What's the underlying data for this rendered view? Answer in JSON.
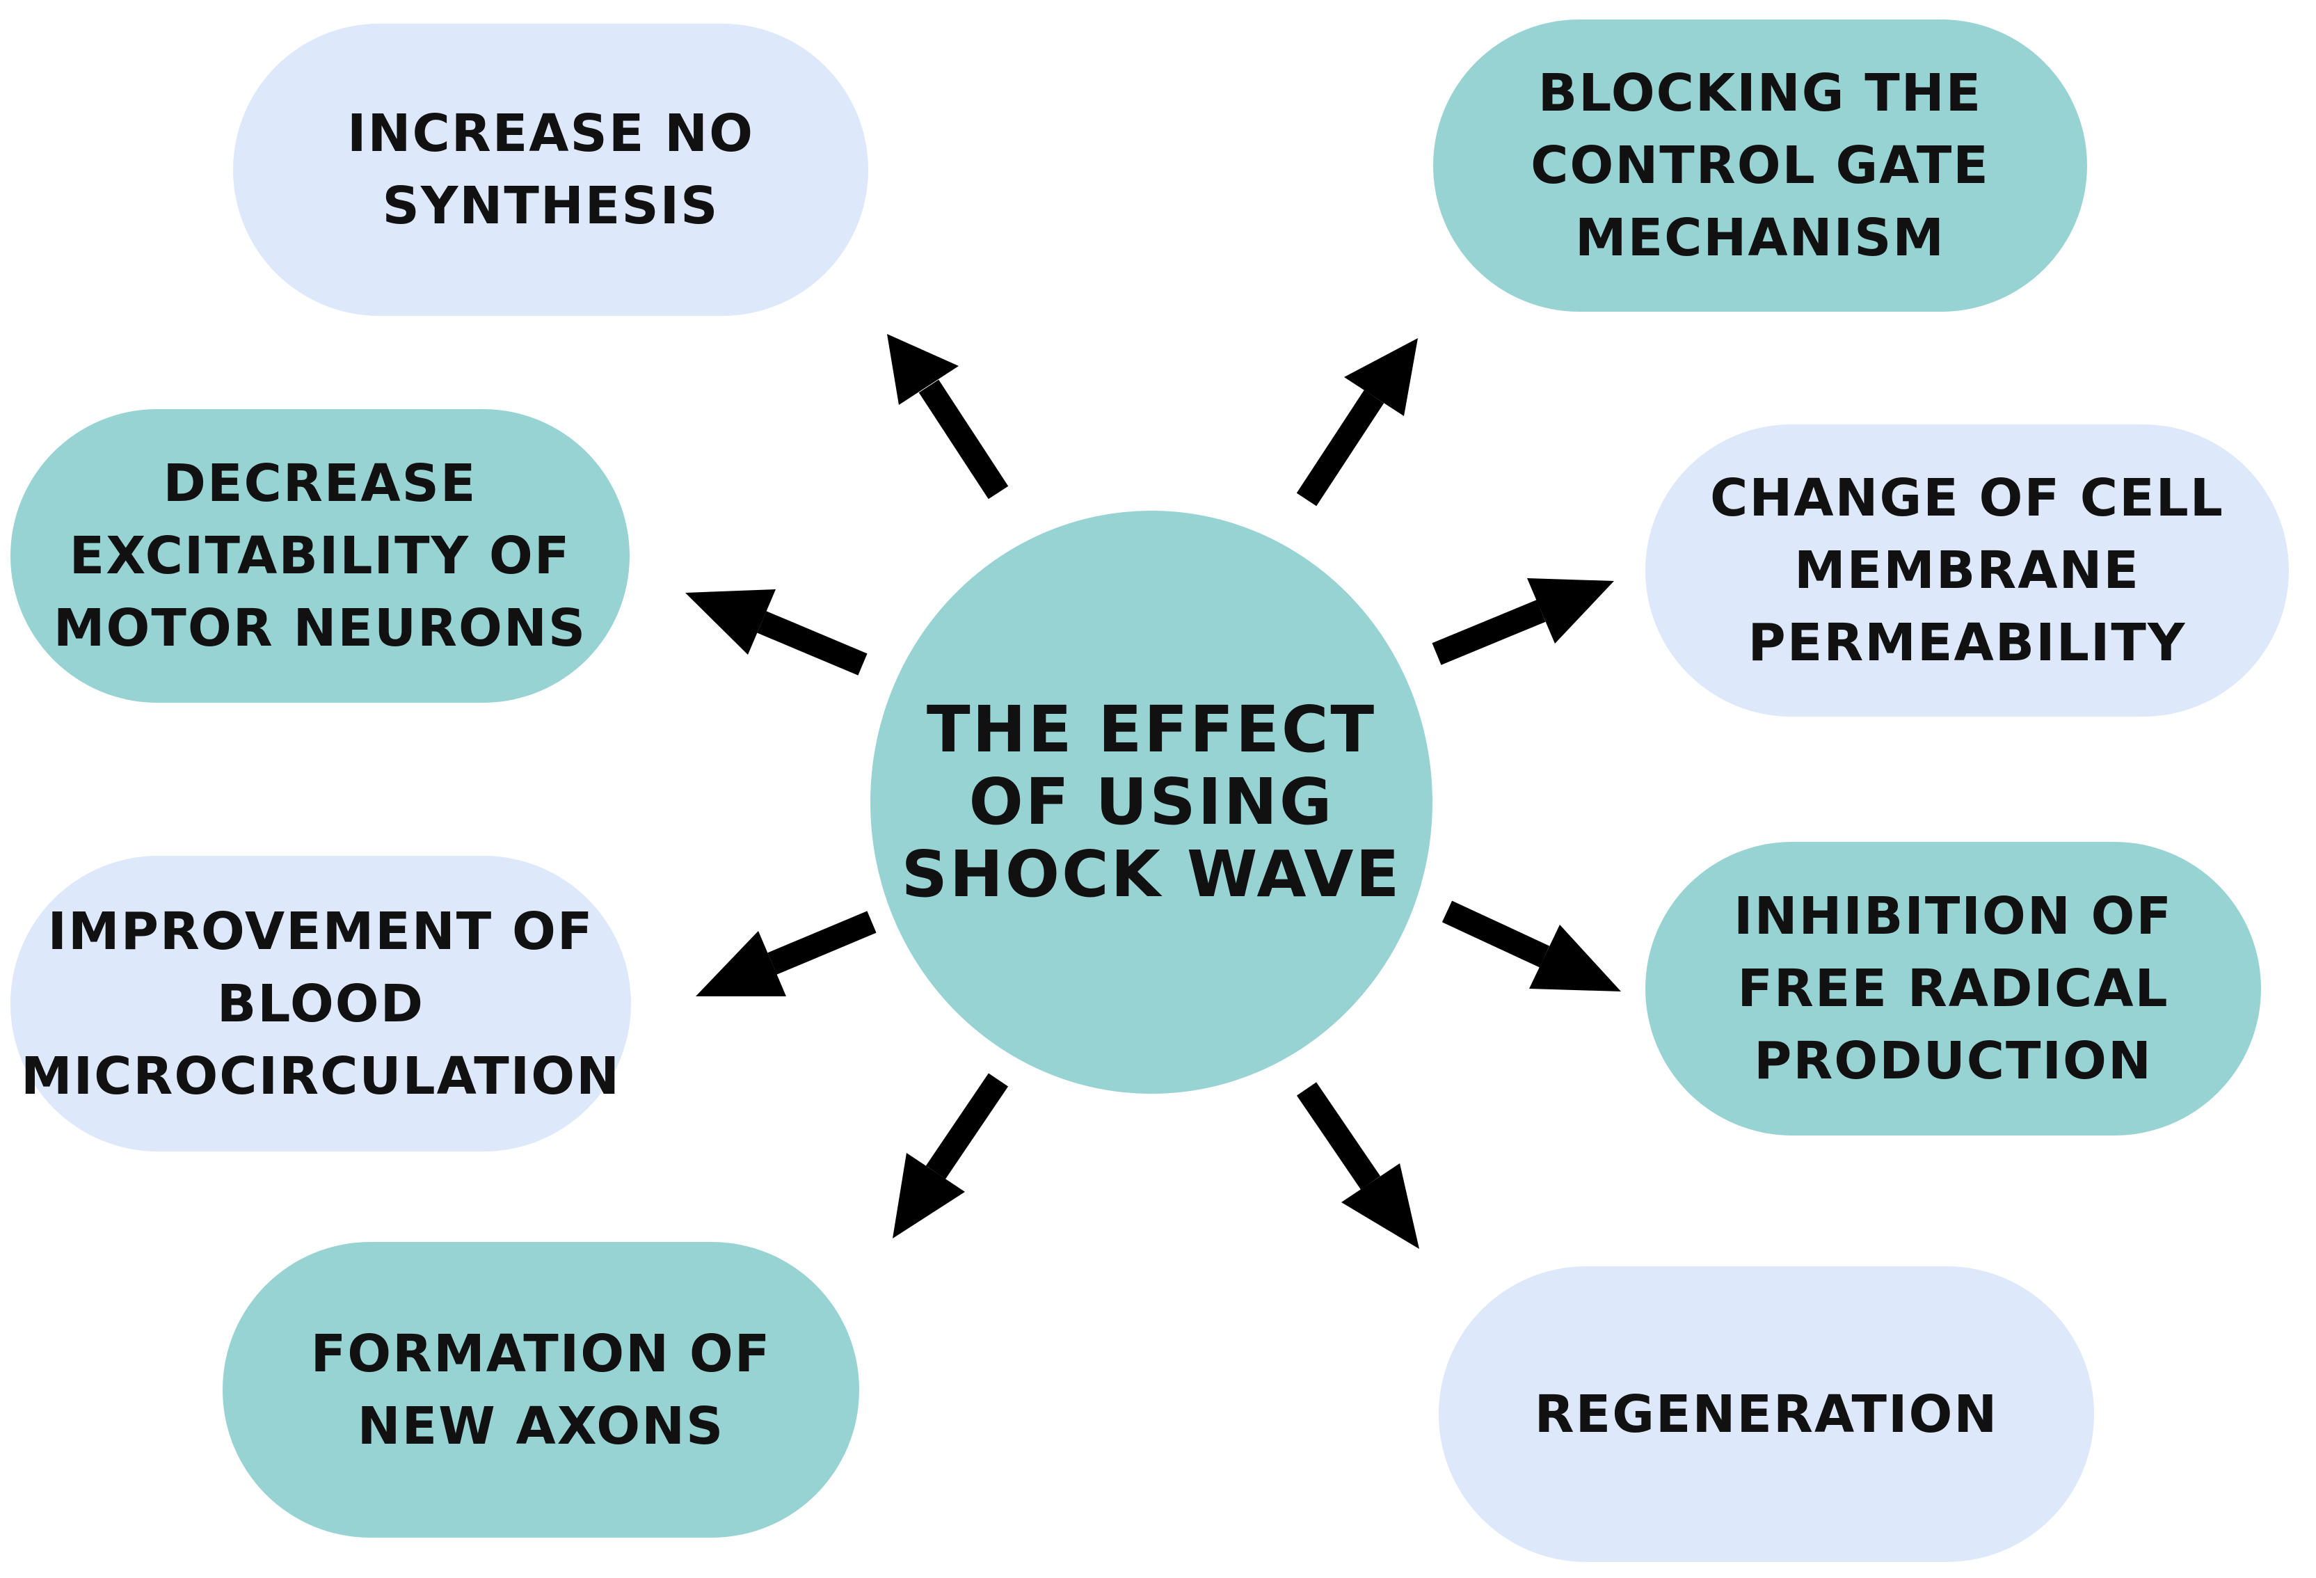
{
  "center": {
    "label": "THE EFFECT\nOF USING\nSHOCK WAVE"
  },
  "nodes": [
    {
      "label": "INCREASE NO\nSYNTHESIS"
    },
    {
      "label": "BLOCKING THE\nCONTROL GATE\nMECHANISM"
    },
    {
      "label": "DECREASE\nEXCITABILITY OF\nMOTOR NEURONS"
    },
    {
      "label": "CHANGE OF CELL\nMEMBRANE\nPERMEABILITY"
    },
    {
      "label": "IMPROVEMENT OF\nBLOOD\nMICROCIRCULATION"
    },
    {
      "label": "INHIBITION OF\nFREE RADICAL\nPRODUCTION"
    },
    {
      "label": "FORMATION OF\nNEW AXONS"
    },
    {
      "label": "REGENERATION"
    }
  ],
  "colors": {
    "light_fill": "#dde8fb",
    "teal_fill": "#98d3d4",
    "text": "#111111",
    "arrow": "#000000"
  }
}
